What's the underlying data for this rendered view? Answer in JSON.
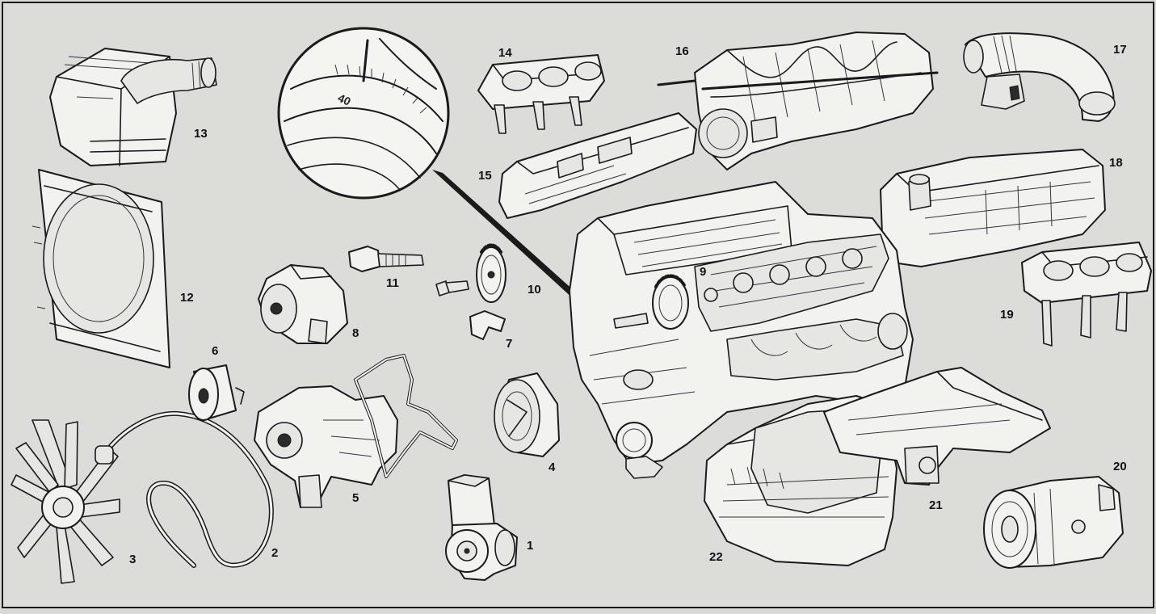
{
  "diagram": {
    "callouts": [
      {
        "id": "1",
        "text": "1"
      },
      {
        "id": "2",
        "text": "2"
      },
      {
        "id": "3",
        "text": "3"
      },
      {
        "id": "4",
        "text": "4"
      },
      {
        "id": "5",
        "text": "5"
      },
      {
        "id": "6",
        "text": "6"
      },
      {
        "id": "7",
        "text": "7"
      },
      {
        "id": "8",
        "text": "8"
      },
      {
        "id": "9",
        "text": "9"
      },
      {
        "id": "10",
        "text": "10"
      },
      {
        "id": "11",
        "text": "11"
      },
      {
        "id": "12",
        "text": "12"
      },
      {
        "id": "13",
        "text": "13"
      },
      {
        "id": "14",
        "text": "14"
      },
      {
        "id": "15",
        "text": "15"
      },
      {
        "id": "16",
        "text": "16"
      },
      {
        "id": "17",
        "text": "17"
      },
      {
        "id": "18",
        "text": "18"
      },
      {
        "id": "19",
        "text": "19"
      },
      {
        "id": "20",
        "text": "20"
      },
      {
        "id": "21",
        "text": "21"
      },
      {
        "id": "22",
        "text": "22"
      }
    ],
    "inset_dial_text": "40"
  },
  "colors": {
    "background": "#d9d9d6",
    "line": "#1a1a1a",
    "part_fill": "#f2f2ef"
  }
}
